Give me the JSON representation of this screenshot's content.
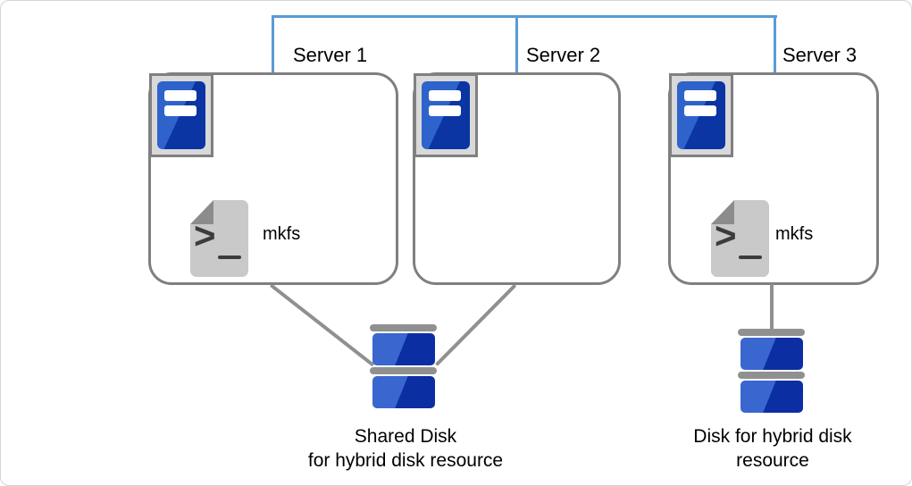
{
  "colors": {
    "page_border": "#D4D4D4",
    "accent_blue": "#5B9BD5",
    "box_border": "#7F7F7F",
    "icon_frame_fill": "#D9D9D9",
    "icon_frame_border": "#808080",
    "server_blue_light": "#2E63CB",
    "server_blue_dark": "#0A35A3",
    "disk_blue_light": "#3A67CF",
    "disk_blue_dark": "#0B2FA3",
    "hardware_gray": "#909090",
    "connector_gray": "#909090",
    "doc_body": "#C9C9C9",
    "doc_fold": "#8C8C8C",
    "glyph_dark": "#3C3C3C",
    "text_color": "#000000"
  },
  "network": {
    "color": "#5B9BD5"
  },
  "icons": {
    "server": "server-tower",
    "mkfs_file": "shell-script-file",
    "disk": "disk-stack",
    "prompt_glyph": ">"
  },
  "servers": [
    {
      "label": "Server 1",
      "mkfs_label": "mkfs"
    },
    {
      "label": "Server 2"
    },
    {
      "label": "Server 3",
      "mkfs_label": "mkfs"
    }
  ],
  "disks": [
    {
      "name": "shared-disk",
      "caption_line1": "Shared Disk",
      "caption_line2": "for hybrid disk resource"
    },
    {
      "name": "hybrid-disk",
      "caption_line1": "Disk for hybrid disk",
      "caption_line2": "resource"
    }
  ]
}
